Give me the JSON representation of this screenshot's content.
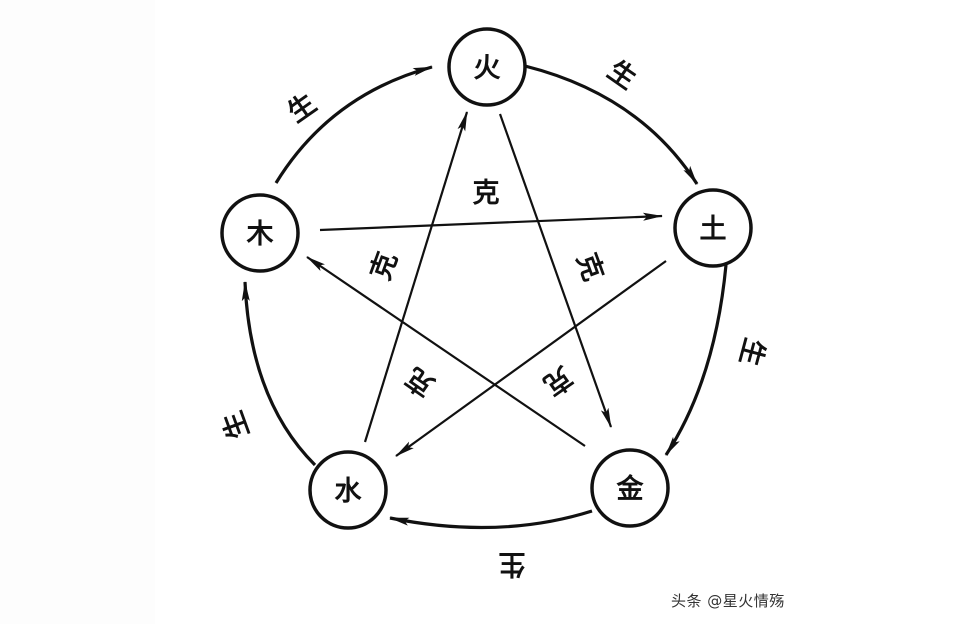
{
  "diagram": {
    "elements": [
      {
        "id": "fire",
        "label": "火"
      },
      {
        "id": "earth",
        "label": "土"
      },
      {
        "id": "metal",
        "label": "金"
      },
      {
        "id": "water",
        "label": "水"
      },
      {
        "id": "wood",
        "label": "木"
      }
    ],
    "generating_cycle": {
      "label": "生",
      "edges": [
        {
          "from": "wood",
          "to": "fire",
          "label": "生"
        },
        {
          "from": "fire",
          "to": "earth",
          "label": "生"
        },
        {
          "from": "earth",
          "to": "metal",
          "label": "生"
        },
        {
          "from": "metal",
          "to": "water",
          "label": "生"
        },
        {
          "from": "water",
          "to": "wood",
          "label": "生"
        }
      ]
    },
    "overcoming_cycle": {
      "label": "克",
      "edges": [
        {
          "from": "wood",
          "to": "earth",
          "label": "克"
        },
        {
          "from": "earth",
          "to": "water",
          "label": "克"
        },
        {
          "from": "water",
          "to": "fire",
          "label": "克"
        },
        {
          "from": "fire",
          "to": "metal",
          "label": "克"
        },
        {
          "from": "metal",
          "to": "wood",
          "label": "克"
        }
      ]
    },
    "line_color": "#111111",
    "background_color": "#ffffff"
  },
  "watermark": "头条 @星火情殇"
}
